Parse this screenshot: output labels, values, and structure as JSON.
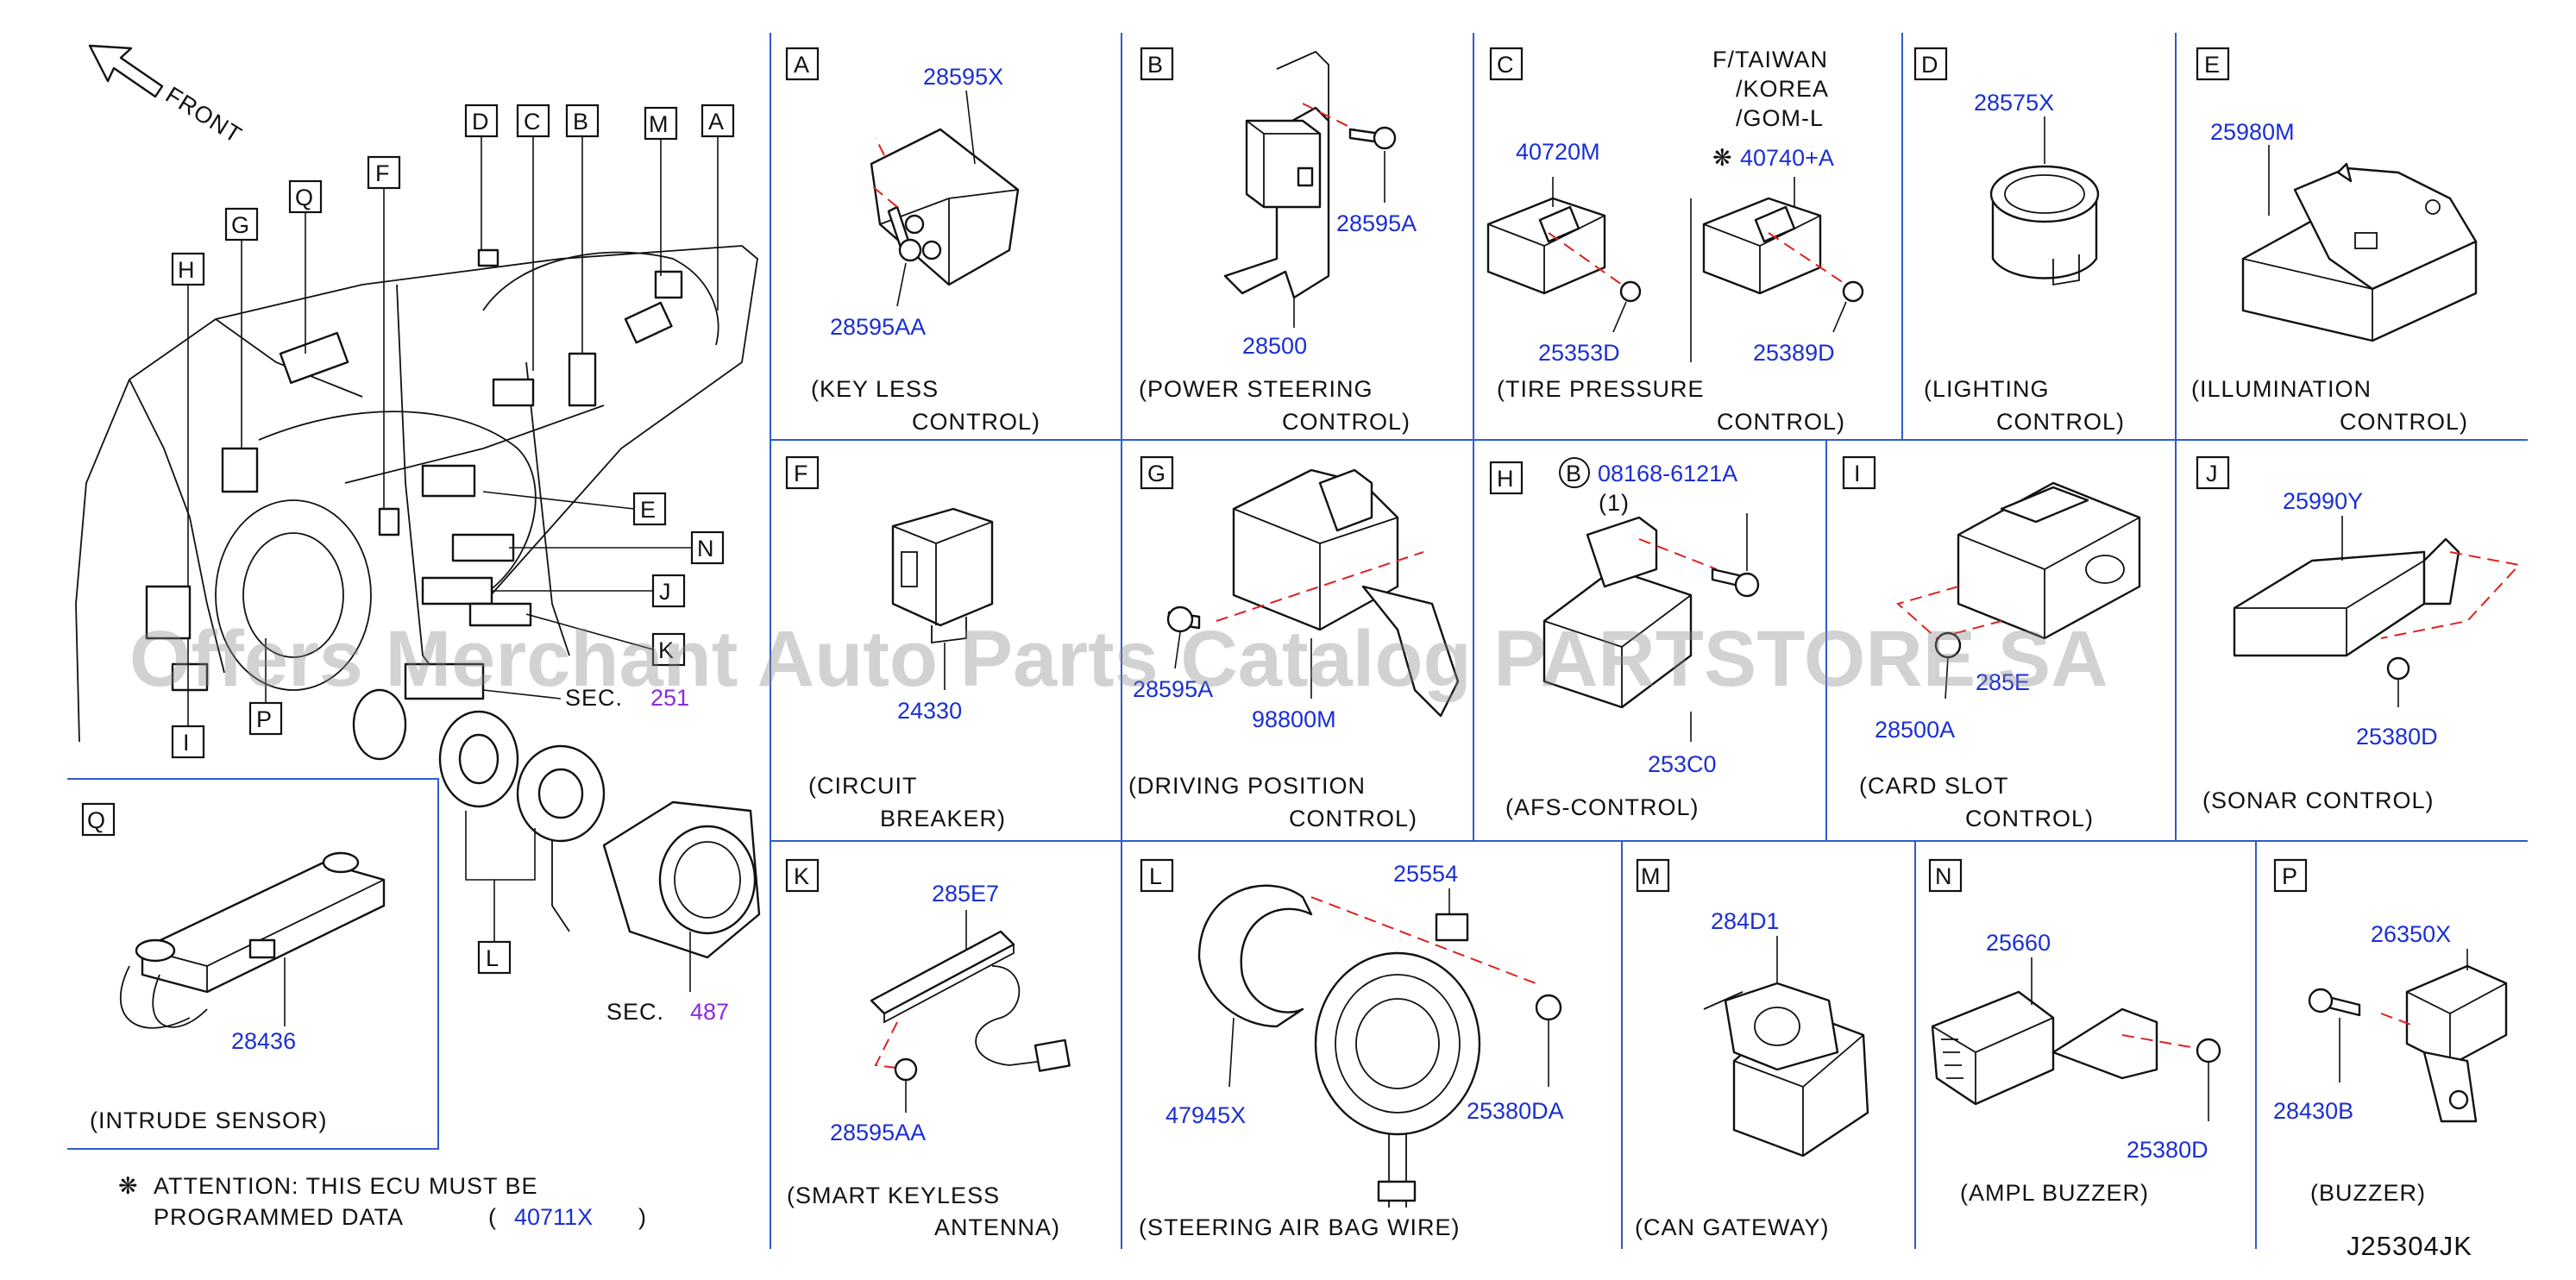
{
  "overview": {
    "front_label": "FRONT",
    "callouts": [
      "D",
      "C",
      "B",
      "M",
      "A",
      "G",
      "Q",
      "F",
      "H",
      "E",
      "N",
      "J",
      "K",
      "I",
      "P",
      "L"
    ],
    "sec_label": "SEC.",
    "sec_251": "251",
    "sec_487": "487"
  },
  "panels": [
    {
      "letter": "A",
      "parts": [
        "28595X",
        "28595AA"
      ],
      "caption": [
        "(KEY   LESS",
        "CONTROL)"
      ]
    },
    {
      "letter": "B",
      "parts": [
        "28595A",
        "28500"
      ],
      "caption": [
        "(POWER   STEERING",
        "CONTROL)"
      ]
    },
    {
      "letter": "C",
      "parts": [
        "40720M",
        "25353D",
        "40740+A",
        "25389D"
      ],
      "region": [
        "F/TAIWAN",
        "/KOREA",
        "/GOM-L"
      ],
      "caption": [
        "(TIRE   PRESSURE",
        "CONTROL)"
      ]
    },
    {
      "letter": "D",
      "parts": [
        "28575X"
      ],
      "caption": [
        "(LIGHTING",
        "CONTROL)"
      ]
    },
    {
      "letter": "E",
      "parts": [
        "25980M"
      ],
      "caption": [
        "(ILLUMINATION",
        "CONTROL)"
      ]
    },
    {
      "letter": "F",
      "parts": [
        "24330"
      ],
      "caption": [
        "(CIRCUIT",
        "BREAKER)"
      ]
    },
    {
      "letter": "G",
      "parts": [
        "28595A",
        "98800M"
      ],
      "caption": [
        "(DRIVING   POSITION",
        "CONTROL)"
      ]
    },
    {
      "letter": "H",
      "parts": [
        "08168-6121A",
        "253C0"
      ],
      "bolt_circle": "B",
      "qty": "(1)",
      "caption": [
        "(AFS-CONTROL)"
      ]
    },
    {
      "letter": "I",
      "parts": [
        "28500A",
        "285E"
      ],
      "caption": [
        "(CARD   SLOT",
        "CONTROL)"
      ]
    },
    {
      "letter": "J",
      "parts": [
        "25990Y",
        "25380D"
      ],
      "caption": [
        "(SONAR   CONTROL)"
      ]
    },
    {
      "letter": "K",
      "parts": [
        "285E7",
        "28595AA"
      ],
      "caption": [
        "(SMART   KEYLESS",
        "ANTENNA)"
      ]
    },
    {
      "letter": "L",
      "parts": [
        "25554",
        "47945X",
        "25380DA"
      ],
      "caption": [
        "(STEERING   AIR   BAG   WIRE)"
      ]
    },
    {
      "letter": "M",
      "parts": [
        "284D1"
      ],
      "caption": [
        "(CAN   GATEWAY)"
      ]
    },
    {
      "letter": "N",
      "parts": [
        "25660",
        "25380D"
      ],
      "caption": [
        "(AMPL   BUZZER)"
      ]
    },
    {
      "letter": "P",
      "parts": [
        "26350X",
        "28430B"
      ],
      "caption": [
        "(BUZZER)"
      ]
    },
    {
      "letter": "Q",
      "parts": [
        "28436"
      ],
      "caption": [
        "(INTRUDE   SENSOR)"
      ]
    }
  ],
  "attention": {
    "symbol": "❋",
    "line1": "ATTENTION:  THIS  ECU  MUST  BE",
    "line2": "PROGRAMMED   DATA",
    "open_paren": "(",
    "code": "40711X",
    "close_paren": ")"
  },
  "watermark": "Offers Merchant Auto Parts Catalog PARTSTORE.SA",
  "drawing_number": "J25304JK",
  "colors": {
    "part_number": "#1a2fd4",
    "section_ref": "#8a2be2",
    "grid_line": "#2f5cc8",
    "dash": "#e02020"
  }
}
